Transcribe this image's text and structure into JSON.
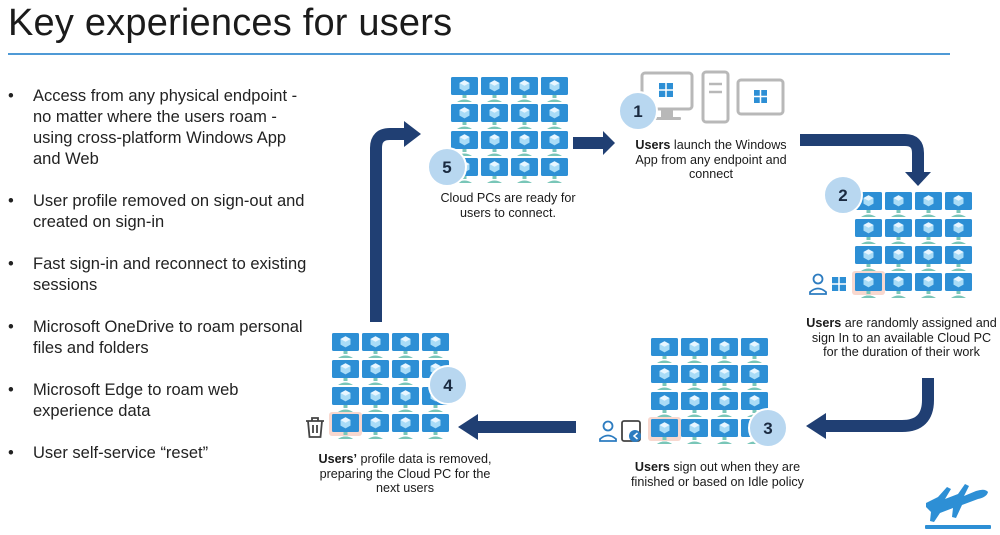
{
  "title": "Key experiences for users",
  "bullets": [
    "Access from any physical endpoint - no matter where the users roam - using cross-platform Windows App and Web",
    "User profile removed on sign-out and created on sign-in",
    "Fast sign-in and reconnect to existing sessions",
    "Microsoft OneDrive to roam personal files and folders",
    "Microsoft Edge to roam web experience data",
    "User self-service “reset”"
  ],
  "steps": [
    {
      "number": "1",
      "bold": "Users",
      "text": " launch the Windows App from any endpoint and connect"
    },
    {
      "number": "2",
      "bold": "Users",
      "text": " are randomly assigned and sign In to an available Cloud PC for the duration of their work"
    },
    {
      "number": "3",
      "bold": "Users",
      "text": " sign out when they are finished or based on Idle policy"
    },
    {
      "number": "4",
      "bold": "Users’",
      "text": " profile data is removed, preparing the Cloud PC for the next users"
    },
    {
      "number": "5",
      "bold": "",
      "text": "Cloud PCs are ready for users to connect."
    }
  ],
  "colors": {
    "arrow": "#203f73",
    "circle_fill": "#b8d7f0",
    "circle_stroke": "#ffffff",
    "monitor_blue": "#2d8fd5",
    "monitor_stand": "#79c6b8",
    "accent_line": "#4f9ad6",
    "highlight": "#f2b8a8"
  },
  "icons": [
    "monitor-icon",
    "desktop-tower-icon",
    "laptop-icon",
    "user-icon",
    "windows-logo-icon",
    "sign-out-icon",
    "trash-icon",
    "airplane-logo"
  ]
}
